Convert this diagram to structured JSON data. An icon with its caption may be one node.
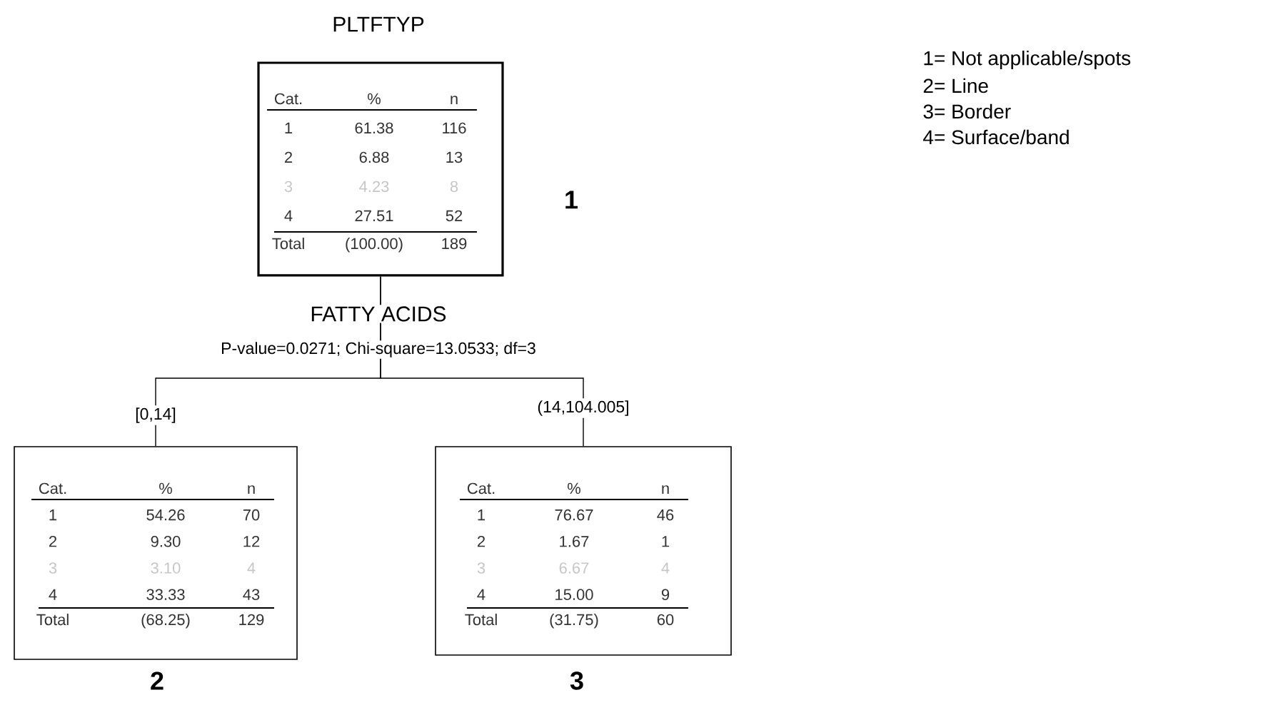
{
  "diagram": {
    "nodes": [
      {
        "text": [
          "PLTFTYP",
          "Cat.",
          "%",
          "n",
          "1",
          "61.38",
          "116",
          "2",
          "6.88",
          "13",
          "3",
          "4.23",
          "8",
          "4",
          "27.51",
          "52",
          "Total",
          "(100.00)",
          "189"
        ],
        "beside": [
          "1"
        ]
      },
      {
        "text": [
          "Cat.",
          "%",
          "n",
          "1",
          "54.26",
          "70",
          "2",
          "9.30",
          "12",
          "3",
          "3.10",
          "4",
          "4",
          "33.33",
          "43",
          "Total",
          "(68.25)",
          "129"
        ],
        "beside": [
          "2"
        ]
      },
      {
        "text": [
          "Cat.",
          "%",
          "n",
          "1",
          "76.67",
          "46",
          "2",
          "1.67",
          "1",
          "3",
          "6.67",
          "4",
          "4",
          "15.00",
          "9",
          "Total",
          "(31.75)",
          "60"
        ],
        "beside": [
          "3"
        ]
      }
    ],
    "edges": [
      {
        "from": 0,
        "to": 1,
        "arrow": "none",
        "label": "[0,14]"
      },
      {
        "from": 0,
        "to": 2,
        "arrow": "none",
        "label": "(14,104.005]"
      }
    ],
    "labels": [
      "FATTY ACIDS",
      "P-value=0.0271; Chi-square=13.0533; df=3",
      "1= Not applicable/spots",
      "2= Line",
      "3= Border",
      "4= Surface/band"
    ]
  }
}
